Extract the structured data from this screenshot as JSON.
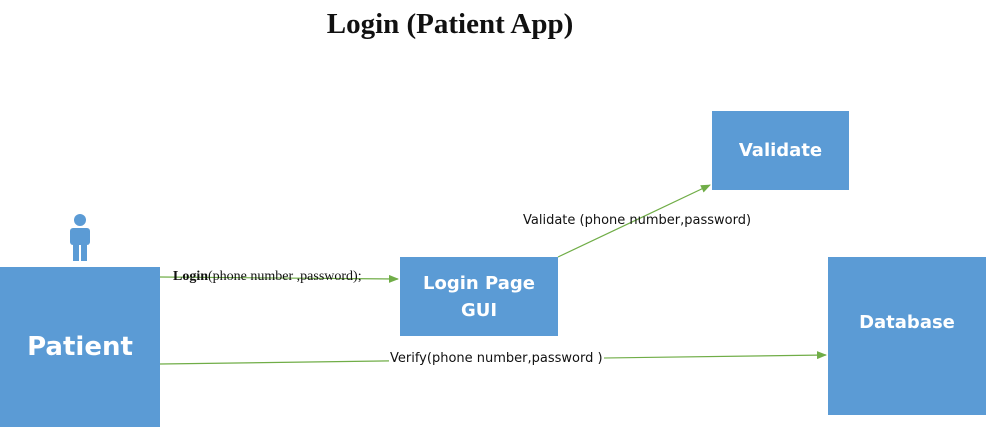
{
  "title": "Login (Patient App)",
  "actor": {
    "icon": "person-icon"
  },
  "nodes": {
    "patient": "Patient",
    "login_page": "Login Page\nGUI",
    "validate": "Validate",
    "database": "Database"
  },
  "edges": {
    "login": {
      "keyword": "Login",
      "args": "(phone number ,password);"
    },
    "validate": "Validate (phone number,password)",
    "verify": "Verify(phone number,password )"
  },
  "colors": {
    "box_fill": "#5b9bd5",
    "arrow": "#70ad47"
  }
}
